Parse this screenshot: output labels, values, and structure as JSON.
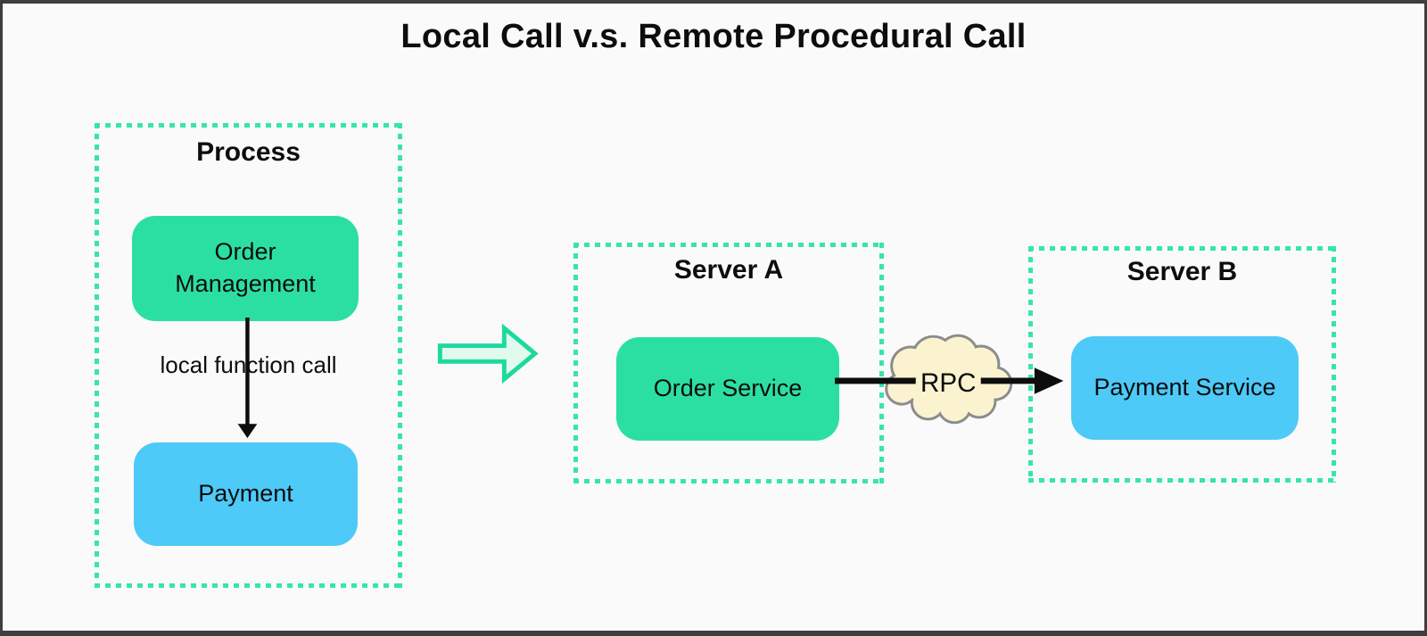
{
  "title": "Local Call v.s. Remote Procedural Call",
  "process_group": {
    "label": "Process",
    "order_management_node": "Order Management",
    "edge_label": "local function call",
    "payment_node": "Payment"
  },
  "server_a_group": {
    "label": "Server A",
    "order_service_node": "Order Service"
  },
  "server_b_group": {
    "label": "Server B",
    "payment_service_node": "Payment Service"
  },
  "rpc_cloud": {
    "label": "RPC"
  },
  "colors": {
    "node_green": "#2bdfa3",
    "node_blue": "#4dcaf8",
    "dashed_border_green": "#36e5ac",
    "transition_arrow_fill": "#e0faee",
    "transition_arrow_stroke": "#1ed99e",
    "cloud_fill": "#fbf3d0",
    "cloud_stroke": "#8c8c8c",
    "line_black": "#0d0d0d",
    "canvas_background": "#fafafa"
  }
}
